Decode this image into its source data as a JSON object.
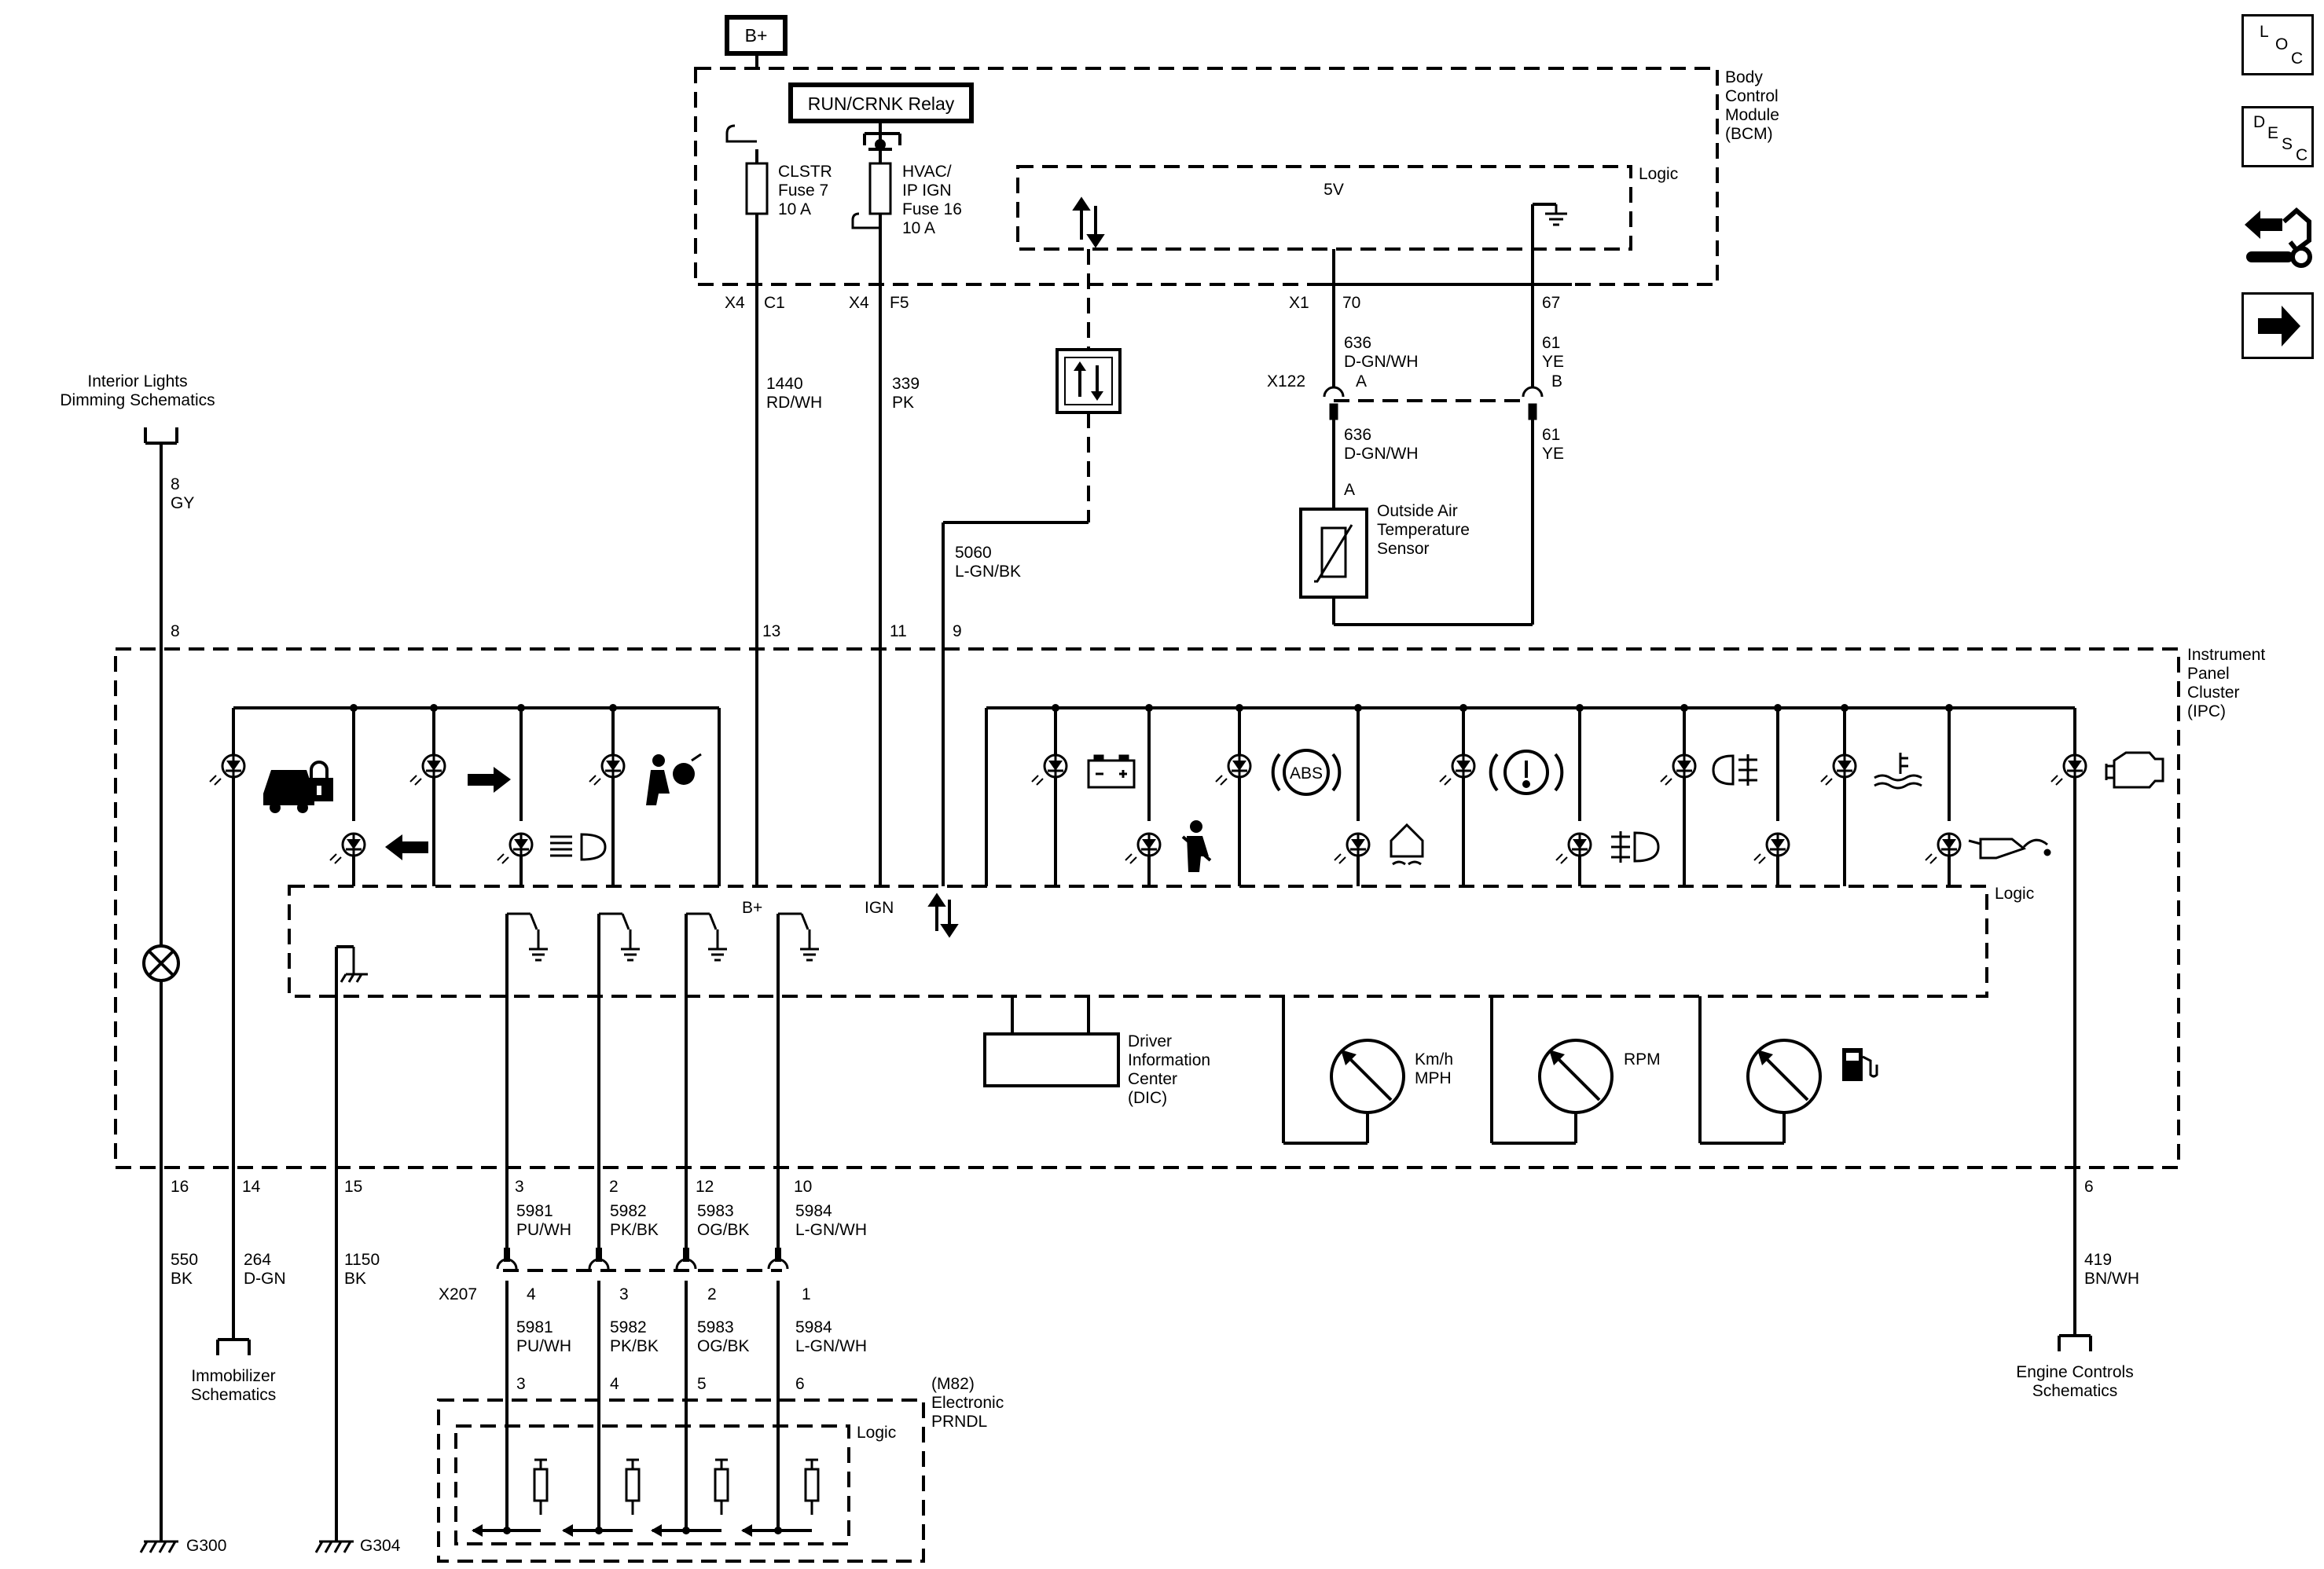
{
  "modules": {
    "bcm": [
      "Body",
      "Control",
      "Module",
      "(BCM)"
    ],
    "ipc": [
      "Instrument",
      "Panel",
      "Cluster",
      "(IPC)"
    ],
    "prndl": [
      "(M82)",
      "Electronic",
      "PRNDL"
    ],
    "logic": "Logic"
  },
  "power": {
    "bplus_box": "B+",
    "relay": "RUN/CRNK Relay",
    "fuse1": [
      "CLSTR",
      "Fuse 7",
      "10 A"
    ],
    "fuse2": [
      "HVAC/",
      "IP IGN",
      "Fuse 16",
      "10 A"
    ],
    "v5": "5V",
    "bplus_pin": "B+",
    "ign_pin": "IGN"
  },
  "connectors": {
    "x4a": "X4",
    "c1": "C1",
    "x4b": "X4",
    "f5": "F5",
    "x1": "X1",
    "p70": "70",
    "p67": "67",
    "x122": "X122",
    "pA": "A",
    "pB": "B",
    "sensorA": "A",
    "x207": "X207"
  },
  "wires": {
    "w1440": [
      "1440",
      "RD/WH"
    ],
    "w339": [
      "339",
      "PK"
    ],
    "w5060": [
      "5060",
      "L-GN/BK"
    ],
    "w636a": [
      "636",
      "D-GN/WH"
    ],
    "w61a": [
      "61",
      "YE"
    ],
    "w636b": [
      "636",
      "D-GN/WH"
    ],
    "w61b": [
      "61",
      "YE"
    ],
    "w8": [
      "8",
      "GY"
    ],
    "w550": [
      "550",
      "BK"
    ],
    "w264": [
      "264",
      "D-GN"
    ],
    "w1150": [
      "1150",
      "BK"
    ],
    "w5981a": [
      "5981",
      "PU/WH"
    ],
    "w5982a": [
      "5982",
      "PK/BK"
    ],
    "w5983a": [
      "5983",
      "OG/BK"
    ],
    "w5984a": [
      "5984",
      "L-GN/WH"
    ],
    "w5981b": [
      "5981",
      "PU/WH"
    ],
    "w5982b": [
      "5982",
      "PK/BK"
    ],
    "w5983b": [
      "5983",
      "OG/BK"
    ],
    "w5984b": [
      "5984",
      "L-GN/WH"
    ],
    "w419": [
      "419",
      "BN/WH"
    ]
  },
  "pins": {
    "ipc_top": [
      "8",
      "13",
      "11",
      "9"
    ],
    "ipc_bottom": [
      "16",
      "14",
      "15",
      "3",
      "2",
      "12",
      "10",
      "6"
    ],
    "x207": [
      "4",
      "3",
      "2",
      "1"
    ],
    "prndl": [
      "3",
      "4",
      "5",
      "6"
    ]
  },
  "references": {
    "interior": [
      "Interior Lights",
      "Dimming Schematics"
    ],
    "immobilizer": [
      "Immobilizer",
      "Schematics"
    ],
    "engine": [
      "Engine Controls",
      "Schematics"
    ]
  },
  "components": {
    "oat": [
      "Outside Air",
      "Temperature",
      "Sensor"
    ],
    "dic": [
      "Driver",
      "Information",
      "Center",
      "(DIC)"
    ],
    "speed": [
      "Km/h",
      "MPH"
    ],
    "rpm": "RPM",
    "abs": "ABS"
  },
  "grounds": {
    "g300": "G300",
    "g304": "G304"
  },
  "nav": {
    "loc": [
      "L",
      "O",
      "C"
    ],
    "desc": [
      "D",
      "E",
      "S",
      "C"
    ]
  },
  "icons": [
    "park-lock-icon",
    "left-arrow-icon",
    "right-arrow-icon",
    "headlamp-icon",
    "airbag-icon",
    "battery-icon",
    "seatbelt-icon",
    "abs-icon",
    "traction-icon",
    "brake-warning-icon",
    "front-fog-icon",
    "rear-fog-icon",
    "high-beam-icon",
    "coolant-temp-icon",
    "oil-pressure-icon",
    "check-engine-icon",
    "fuel-pump-icon"
  ]
}
